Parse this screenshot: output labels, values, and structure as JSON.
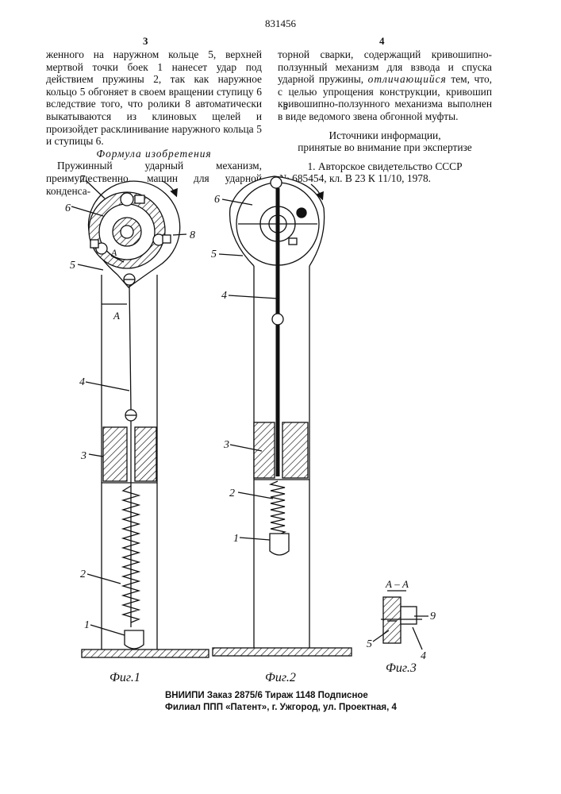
{
  "header": {
    "patent_number": "831456",
    "col_left_no": "3",
    "col_right_no": "4",
    "line_marker": "5"
  },
  "left_col": {
    "p1": "женного на наружном кольце 5, верхней мертвой точки боек 1 нанесет удар под действием пружины 2, так как наружное кольцо 5 обгоняет в своем вращении ступицу 6 вследствие того, что ролики 8 автоматически выкатываются из клиновых щелей и произойдет расклинивание наружного кольца 5 и ступицы 6.",
    "heading": "Формула изобретения",
    "p2": "Пружинный ударный механизм, преимущественно, машин для ударной конденса-"
  },
  "right_col": {
    "p1a": "торной сварки, содержащий кривошипно-ползунный механизм для взвода и спуска ударной пружины, ",
    "p1b": "отличающийся",
    "p1c": " тем, что, с целью упрощения конструкции, кривошип кривошипно-ползунного механизма выполнен в виде ведомого звена обгонной муфты.",
    "sources_title": "Источники информации,",
    "sources_subtitle": "принятые во внимание при экспертизе",
    "ref1_a": "1. Авторское свидетельство СССР",
    "ref1_b": "№ 685454, кл. В 23 К 11/10, 1978."
  },
  "figures": {
    "fig1": {
      "caption": "Фиг.1",
      "labels": {
        "l7": "7",
        "l6": "6",
        "l8": "8",
        "l5": "5",
        "lA": "A",
        "lA2": "A",
        "l4": "4",
        "l3": "3",
        "l2": "2",
        "l1": "1"
      }
    },
    "fig2": {
      "caption": "Фиг.2",
      "labels": {
        "l6": "6",
        "l5": "5",
        "l4": "4",
        "l3": "3",
        "l2": "2",
        "l1": "1"
      }
    },
    "fig3": {
      "caption": "Фиг.3",
      "section": "А – А",
      "labels": {
        "l9": "9",
        "l5": "5",
        "l4": "4"
      }
    }
  },
  "footer": {
    "line1": "ВНИИПИ   Заказ 2875/6    Тираж 1148    Подписное",
    "line2": "Филиал ППП «Патент», г. Ужгород, ул. Проектная, 4"
  }
}
